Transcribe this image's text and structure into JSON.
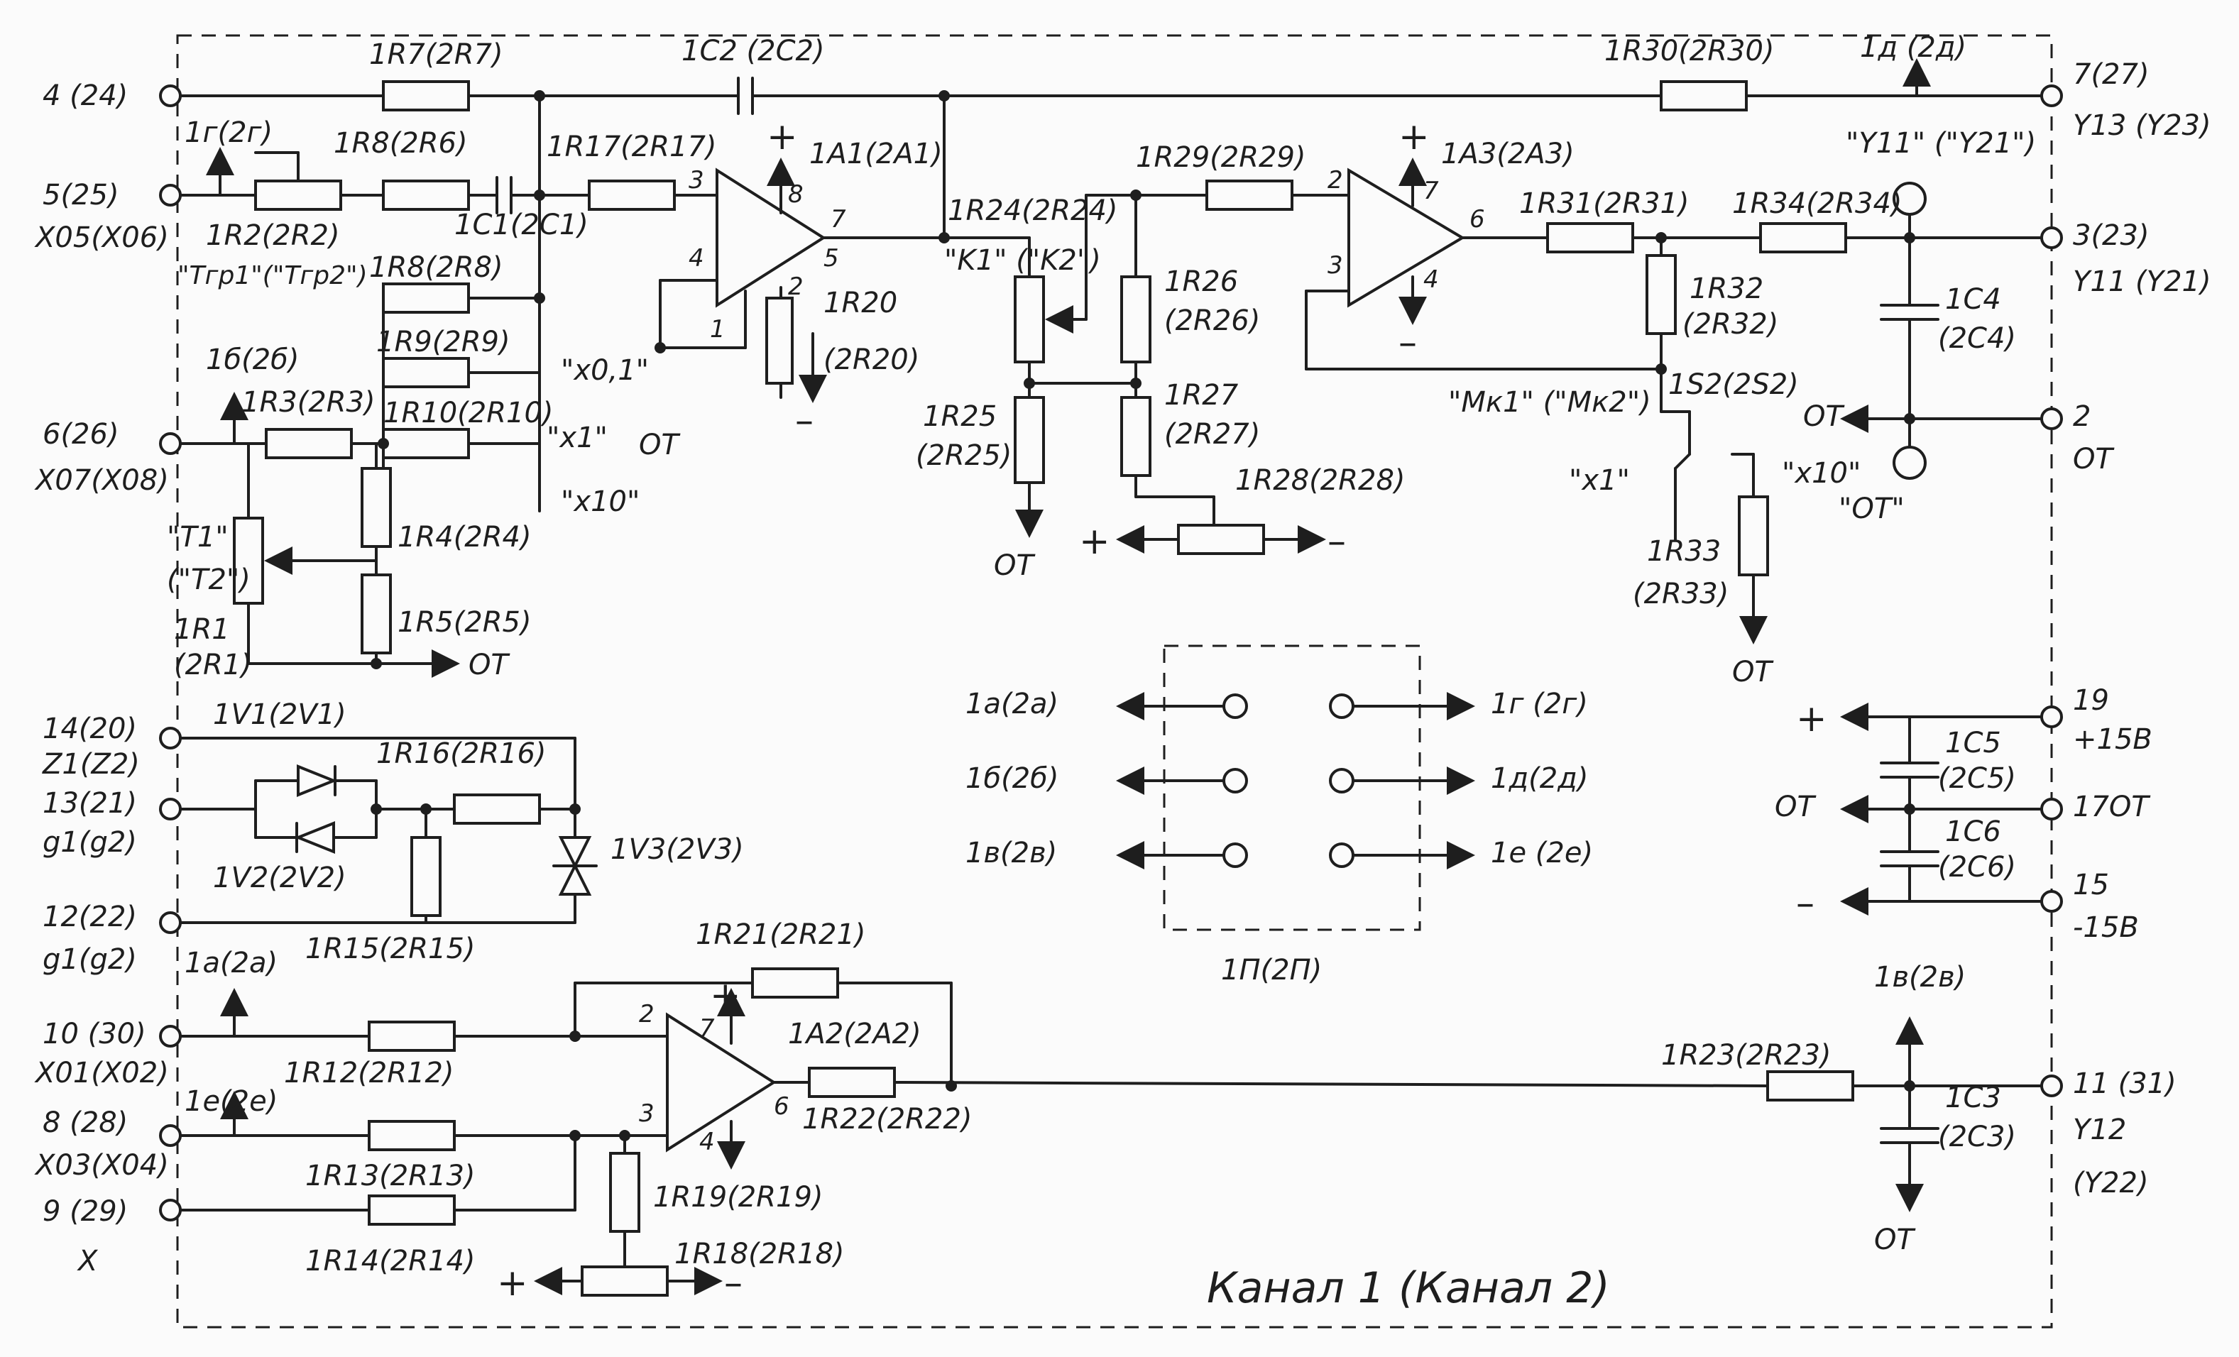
{
  "title": "Канал 1 (Канал 2)",
  "terminals": {
    "t4": "4 (24)",
    "t5": "5(25)",
    "t5b": "X05(X06)",
    "t6": "6(26)",
    "t6b": "X07(X08)",
    "t14": "14(20)",
    "t14b": "Z1(Z2)",
    "t13": "13(21)",
    "t13b": "g1(g2)",
    "t12": "12(22)",
    "t12b": "g1(g2)",
    "t10": "10 (30)",
    "t10b": "X01(X02)",
    "t8": "8 (28)",
    "t8b": "X03(X04)",
    "t9": "9 (29)",
    "t9b": "X",
    "t7": "7(27)",
    "t7b": "Y13 (Y23)",
    "t3": "3(23)",
    "t3b": "Y11 (Y21)",
    "t2": "2",
    "t2b": "OT",
    "t19": "19",
    "t19b": "+15B",
    "t17": "17OT",
    "t15": "15",
    "t15b": "-15B",
    "t11": "11 (31)",
    "t11b": "Y12",
    "t11c": "(Y22)"
  },
  "resistors": {
    "r7": "1R7(2R7)",
    "r8": "1R8(2R6)",
    "r2": "1R2(2R2)",
    "r8b": "1R8(2R8)",
    "r9": "1R9(2R9)",
    "r10": "1R10(2R10)",
    "r3": "1R3(2R3)",
    "r4": "1R4(2R4)",
    "r5": "1R5(2R5)",
    "r1a": "1R1",
    "r1b": "(2R1)",
    "r17": "1R17(2R17)",
    "r20a": "1R20",
    "r20b": "(2R20)",
    "r24": "1R24(2R24)",
    "r25a": "1R25",
    "r25b": "(2R25)",
    "r26a": "1R26",
    "r26b": "(2R26)",
    "r27a": "1R27",
    "r27b": "(2R27)",
    "r28": "1R28(2R28)",
    "r29": "1R29(2R29)",
    "r30": "1R30(2R30)",
    "r31": "1R31(2R31)",
    "r34": "1R34(2R34)",
    "r32a": "1R32",
    "r32b": "(2R32)",
    "r33a": "1R33",
    "r33b": "(2R33)",
    "r16": "1R16(2R16)",
    "r15": "1R15(2R15)",
    "r21": "1R21(2R21)",
    "r12": "1R12(2R12)",
    "r22": "1R22(2R22)",
    "r13": "1R13(2R13)",
    "r14": "1R14(2R14)",
    "r19": "1R19(2R19)",
    "r18": "1R18(2R18)",
    "r23": "1R23(2R23)"
  },
  "capacitors": {
    "c2": "1C2 (2C2)",
    "c1": "1C1(2C1)",
    "c4a": "1C4",
    "c4b": "(2C4)",
    "c5a": "1C5",
    "c5b": "(2C5)",
    "c6a": "1C6",
    "c6b": "(2C6)",
    "c3a": "1C3",
    "c3b": "(2C3)"
  },
  "amplifiers": {
    "a1": "1A1(2A1)",
    "a2": "1A2(2A2)",
    "a3": "1A3(2A3)"
  },
  "diodes": {
    "v1": "1V1(2V1)",
    "v2": "1V2(2V2)",
    "v3": "1V3(2V3)"
  },
  "labels": {
    "g2": "1г(2г)",
    "d2": "1д (2д)",
    "b2": "1б(2б)",
    "a2": "1a(2a)",
    "e2": "1e(2e)",
    "v2": "1в(2в)",
    "tgr": "\"Tгр1\"(\"Tгр2\")",
    "x01": "\"x0,1\"",
    "x1": "\"x1\"",
    "x10": "\"x10\"",
    "k": "\"K1\" (\"K2\")",
    "t1": "\"T1\"",
    "t2": "(\"T2\")",
    "mk": "\"Mк1\" (\"Mк2\")",
    "s2": "1S2(2S2)",
    "sx1": "\"x1\"",
    "sx10": "\"x10\"",
    "y11": "\"Y11\" (\"Y21\")",
    "ot_probe": "\"OT\"",
    "ot": "OT",
    "plus": "+",
    "minus": "–"
  },
  "connector": {
    "name": "1П(2П)",
    "left": [
      "1a(2a)",
      "1б(2б)",
      "1в(2в)"
    ],
    "right": [
      "1г (2г)",
      "1д(2д)",
      "1e (2e)"
    ]
  },
  "pins": {
    "p3": "3",
    "p4": "4",
    "p1": "1",
    "p8": "8",
    "p7": "7",
    "p5": "5",
    "p2": "2",
    "p6": "6"
  }
}
